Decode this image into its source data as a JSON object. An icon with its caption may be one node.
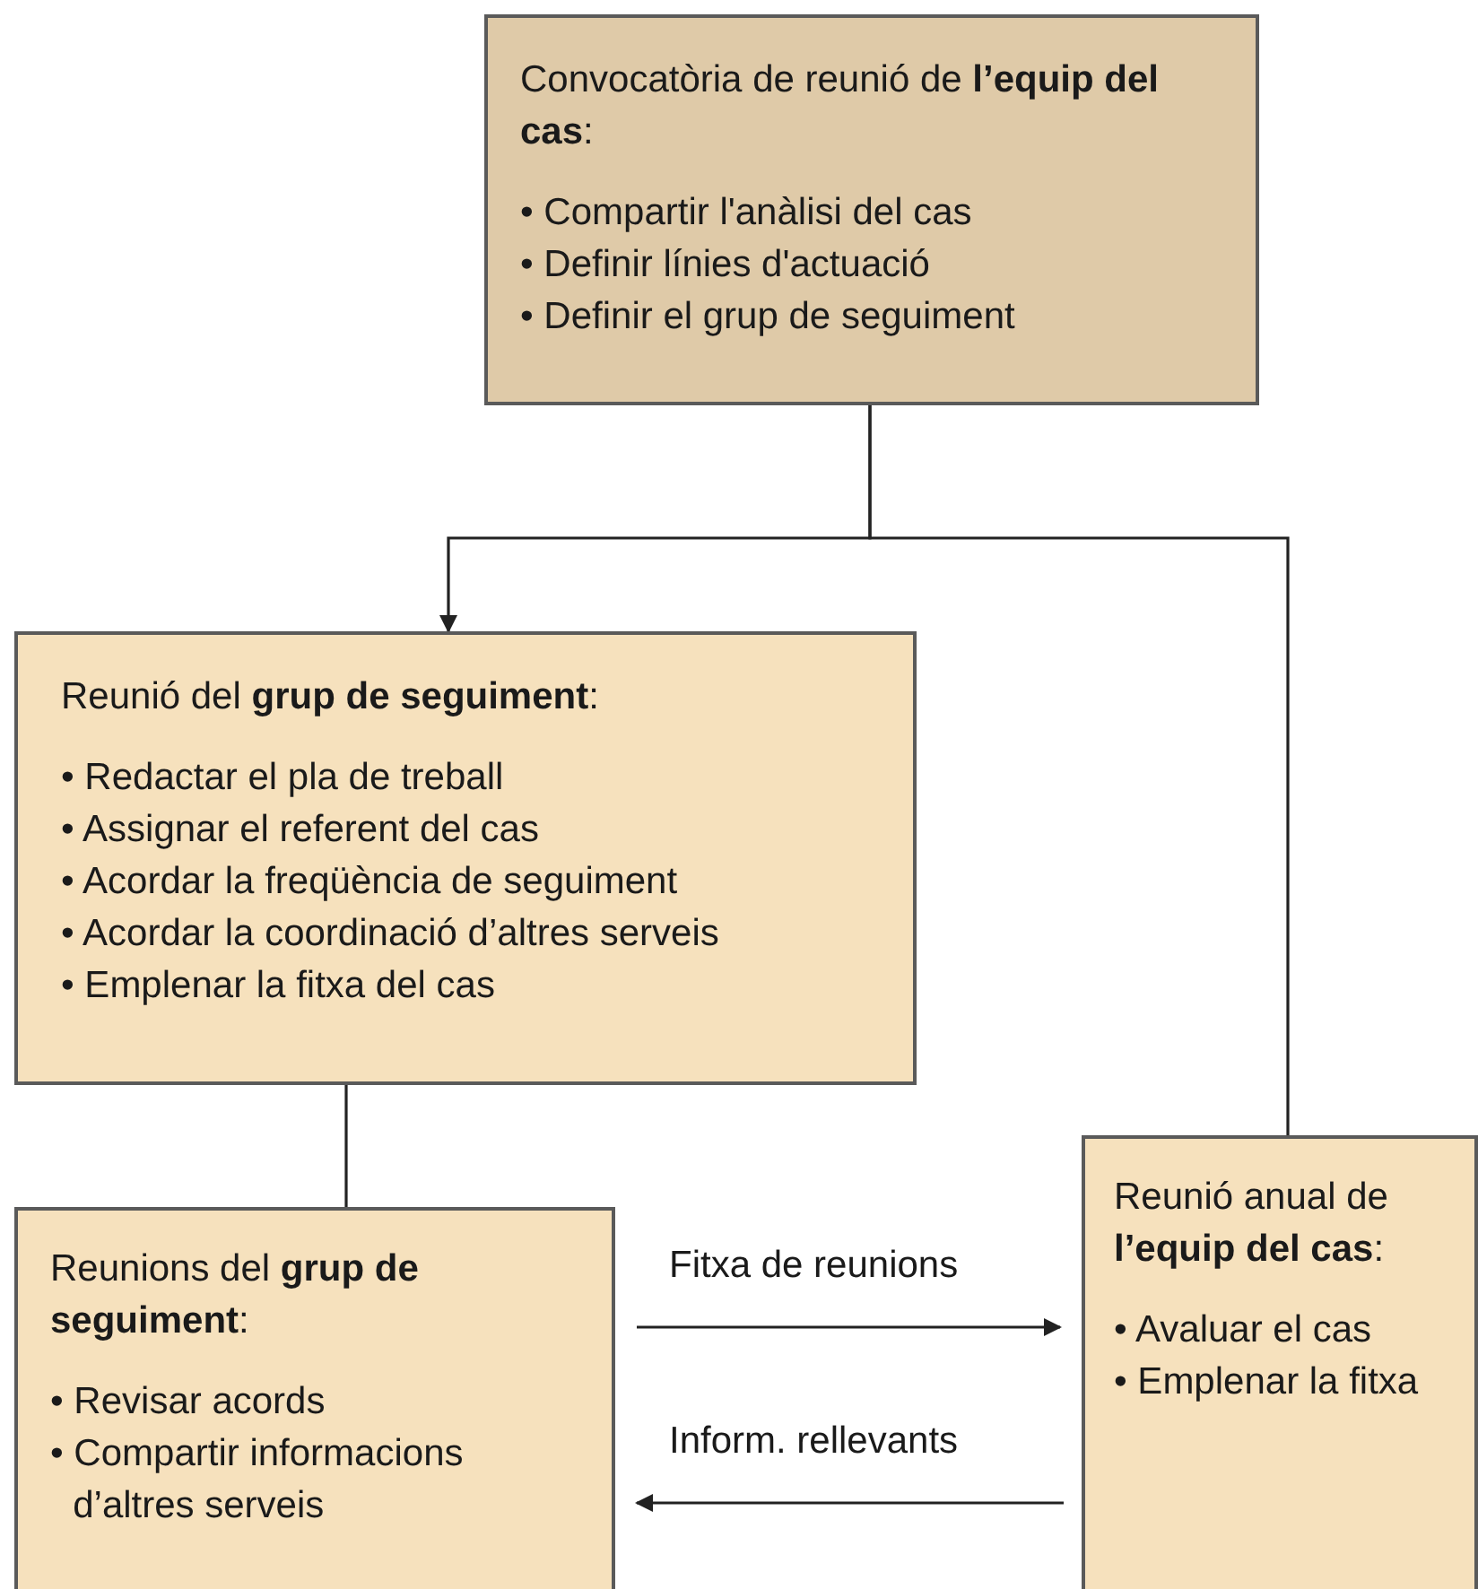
{
  "diagram": {
    "nodes": [
      {
        "text": [
          "Convocatòria de reunió de **l’equip del cas**:",
          "• Compartir l'anàlisi del cas",
          "• Definir línies d'actuació",
          "• Definir el grup de seguiment"
        ]
      },
      {
        "text": [
          "Reunió del **grup de seguiment**:",
          "• Redactar el pla de treball",
          "• Assignar el referent del cas",
          "• Acordar la freqüència de seguiment",
          "• Acordar la coordinació d’altres serveis",
          "• Emplenar la fitxa del cas"
        ]
      },
      {
        "text": [
          "Reunions del **grup de seguiment**:",
          "• Revisar acords",
          "• Compartir informacions d’altres serveis"
        ]
      },
      {
        "text": [
          "Reunió anual de **l’equip del cas**:",
          "• Avaluar el cas",
          "• Emplenar la fitxa"
        ]
      }
    ],
    "edges": [
      {
        "from": 0,
        "to": 1,
        "arrow": "to"
      },
      {
        "from": 0,
        "to": 3,
        "arrow": "none"
      },
      {
        "from": 1,
        "to": 2,
        "arrow": "none"
      },
      {
        "from": 2,
        "to": 3,
        "arrow": "to",
        "label": "Fitxa de reunions"
      },
      {
        "from": 3,
        "to": 2,
        "arrow": "to",
        "label": "Inform. rellevants"
      }
    ]
  }
}
